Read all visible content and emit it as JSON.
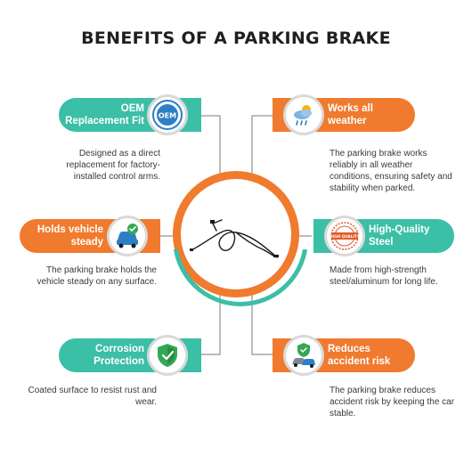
{
  "title": "BENEFITS OF A PARKING BRAKE",
  "benefits": [
    {
      "label_line1": "OEM",
      "label_line2": "Replacement Fit",
      "description": "Designed as a direct replacement for factory-installed control arms.",
      "icon": "oem-seal-icon",
      "badge_text": "OEM",
      "color": "#3bbfa6"
    },
    {
      "label_line1": "Works all",
      "label_line2": "weather",
      "description": "The parking brake works reliably in all weather conditions, ensuring safety and stability when parked.",
      "icon": "weather-icon",
      "color": "#f07a2e"
    },
    {
      "label_line1": "Holds vehicle",
      "label_line2": "steady",
      "description": "The parking brake holds the vehicle steady on any surface.",
      "icon": "car-check-icon",
      "color": "#f07a2e"
    },
    {
      "label_line1": "High-Quality",
      "label_line2": "Steel",
      "description": "Made from high-strength steel/aluminum for long life.",
      "icon": "quality-stamp-icon",
      "badge_text": "HIGH QUALITY",
      "color": "#3bbfa6"
    },
    {
      "label_line1": "Corrosion",
      "label_line2": "Protection",
      "description": "Coated surface to resist rust and wear.",
      "icon": "shield-check-icon",
      "color": "#3bbfa6"
    },
    {
      "label_line1": "Reduces",
      "label_line2": "accident risk",
      "description": "The parking brake reduces accident risk by keeping the car stable.",
      "icon": "accident-shield-icon",
      "color": "#f07a2e"
    }
  ],
  "center_image": "parking-brake-cable-icon"
}
